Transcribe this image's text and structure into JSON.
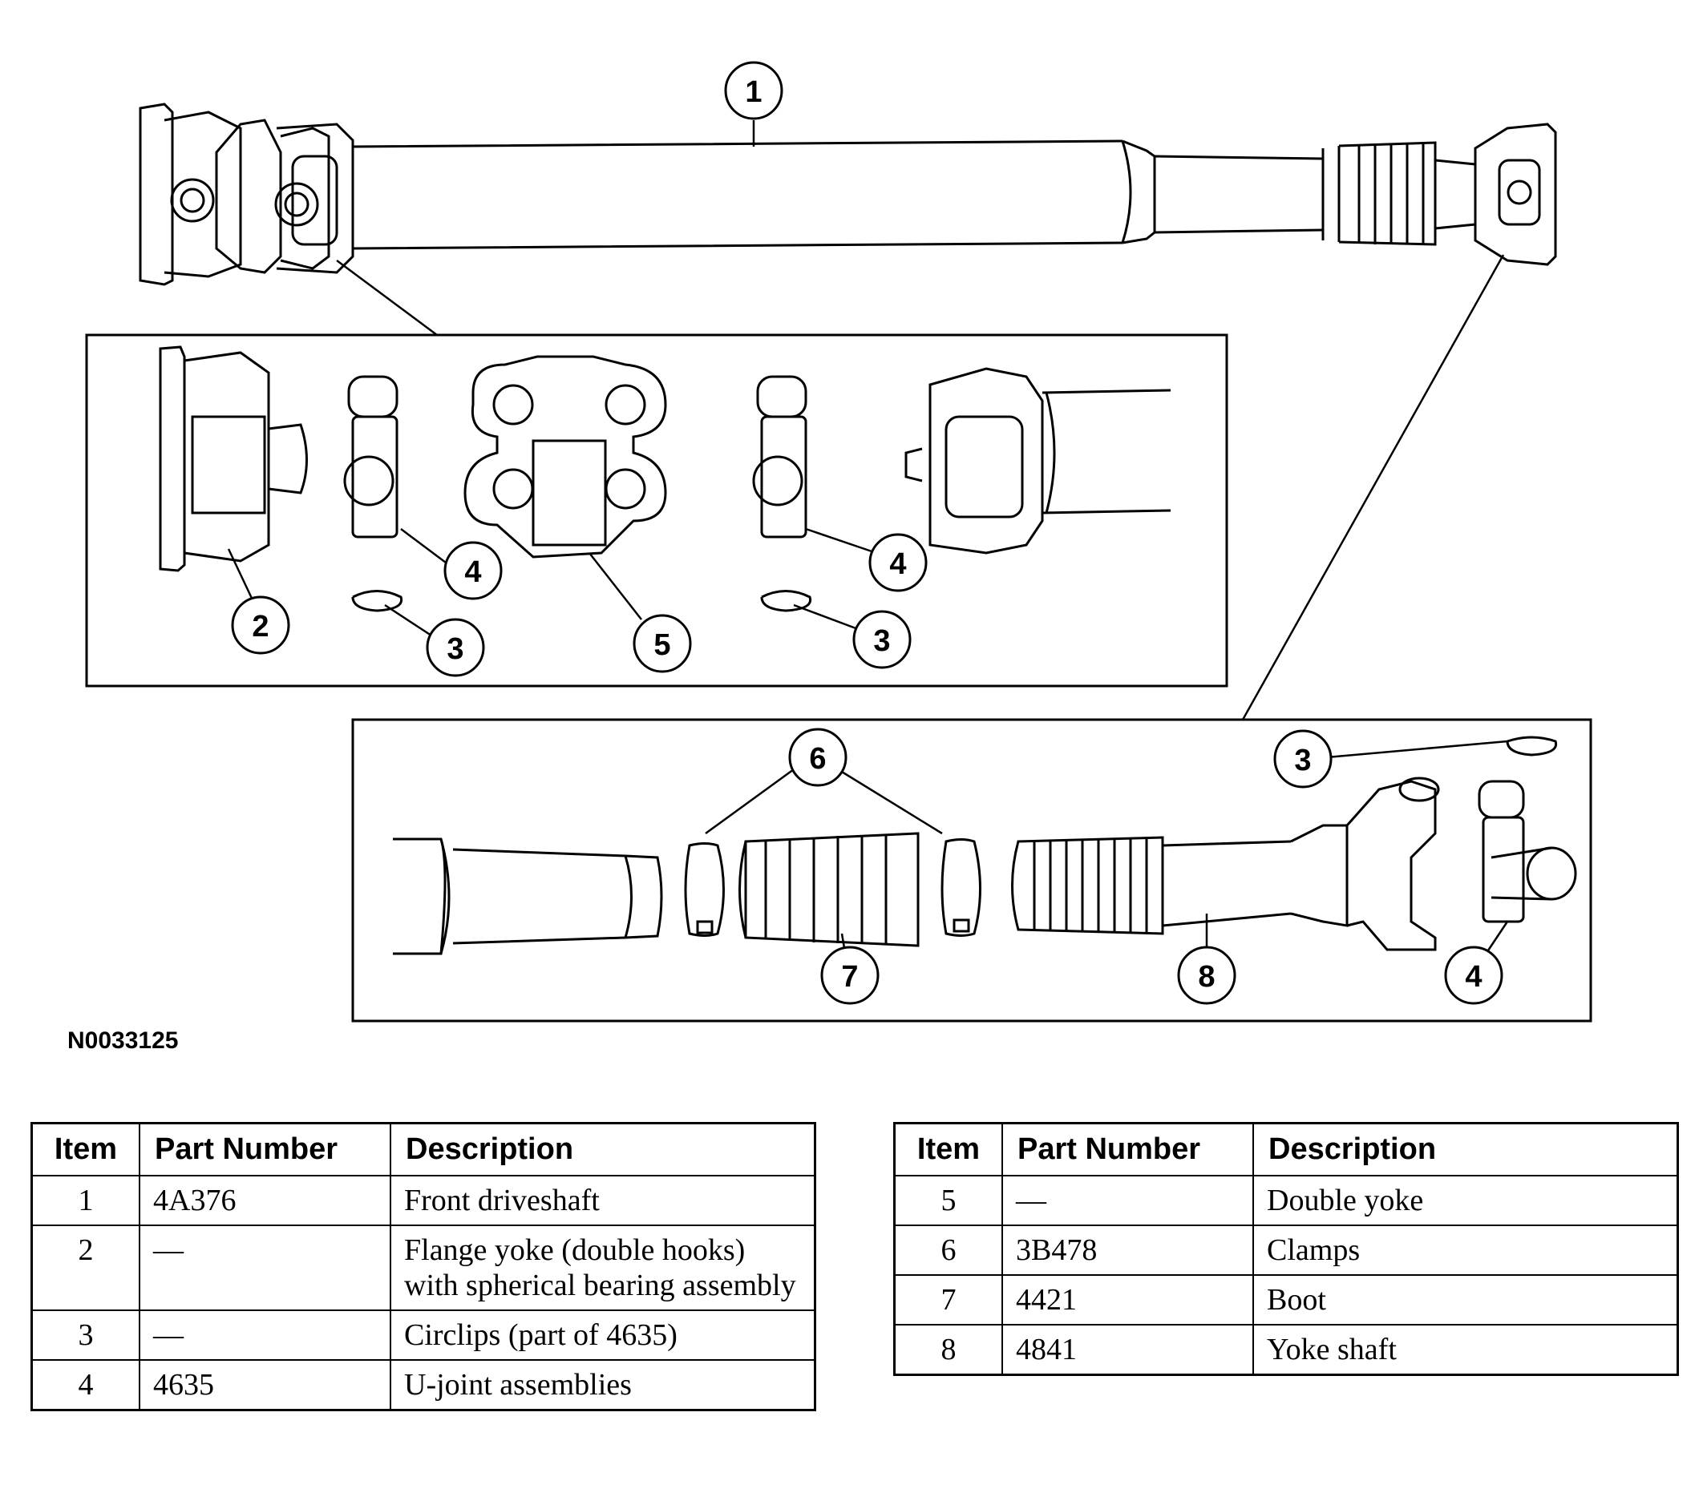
{
  "figure_id": "N0033125",
  "callouts": {
    "c1": "1",
    "c2": "2",
    "c3a": "3",
    "c3b": "3",
    "c3c": "3",
    "c4a": "4",
    "c4b": "4",
    "c4c": "4",
    "c5": "5",
    "c6": "6",
    "c7": "7",
    "c8": "8"
  },
  "tables": {
    "headers": {
      "item": "Item",
      "part": "Part Number",
      "desc": "Description"
    },
    "left": [
      {
        "item": "1",
        "part": "4A376",
        "desc": "Front driveshaft"
      },
      {
        "item": "2",
        "part": "—",
        "desc": "Flange yoke (double hooks) with spherical bearing assembly"
      },
      {
        "item": "3",
        "part": "—",
        "desc": "Circlips (part of 4635)"
      },
      {
        "item": "4",
        "part": "4635",
        "desc": "U-joint assemblies"
      }
    ],
    "right": [
      {
        "item": "5",
        "part": "—",
        "desc": "Double yoke"
      },
      {
        "item": "6",
        "part": "3B478",
        "desc": "Clamps"
      },
      {
        "item": "7",
        "part": "4421",
        "desc": "Boot"
      },
      {
        "item": "8",
        "part": "4841",
        "desc": "Yoke shaft"
      }
    ]
  }
}
